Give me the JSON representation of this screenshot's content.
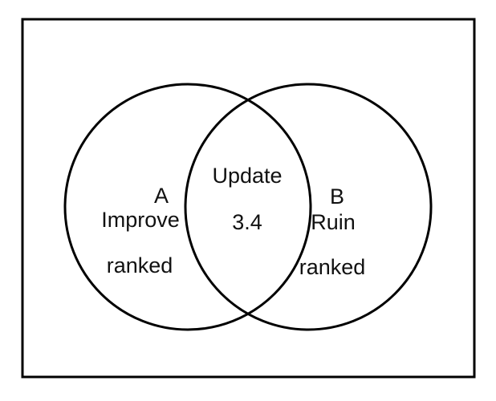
{
  "diagram": {
    "type": "venn",
    "stroke_color": "#000000",
    "background_color": "#ffffff",
    "set_a": {
      "letter": "A",
      "name": "Improve",
      "detail": "ranked"
    },
    "set_b": {
      "letter": "B",
      "name": "Ruin",
      "detail": "ranked"
    },
    "intersection": {
      "line1": "Update",
      "line2": "3.4"
    }
  }
}
